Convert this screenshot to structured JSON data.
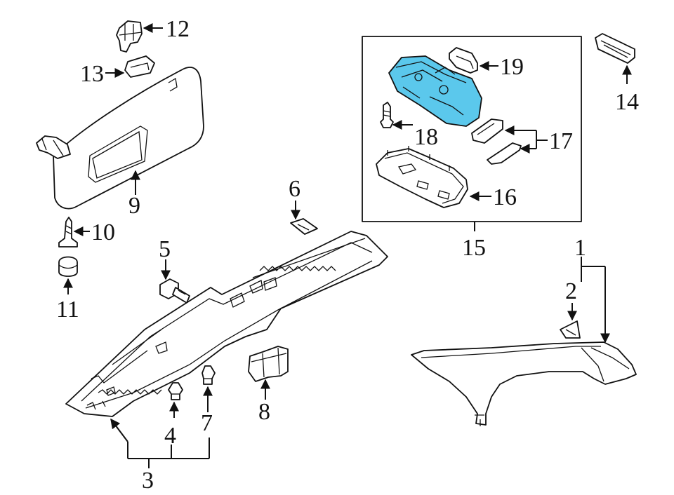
{
  "highlight_color": "#5bc8ec",
  "callouts": [
    {
      "id": "1",
      "label": "1",
      "part": "a-pillar trim"
    },
    {
      "id": "2",
      "label": "2",
      "part": "pillar cap"
    },
    {
      "id": "3",
      "label": "3",
      "part": "windshield header panel"
    },
    {
      "id": "4",
      "label": "4",
      "part": "clip"
    },
    {
      "id": "5",
      "label": "5",
      "part": "bolt"
    },
    {
      "id": "6",
      "label": "6",
      "part": "pad"
    },
    {
      "id": "7",
      "label": "7",
      "part": "clip"
    },
    {
      "id": "8",
      "label": "8",
      "part": "bracket"
    },
    {
      "id": "9",
      "label": "9",
      "part": "sun visor"
    },
    {
      "id": "10",
      "label": "10",
      "part": "screw"
    },
    {
      "id": "11",
      "label": "11",
      "part": "cap"
    },
    {
      "id": "12",
      "label": "12",
      "part": "visor bracket"
    },
    {
      "id": "13",
      "label": "13",
      "part": "visor holder"
    },
    {
      "id": "14",
      "label": "14",
      "part": "lamp"
    },
    {
      "id": "15",
      "label": "15",
      "part": "overhead console assembly"
    },
    {
      "id": "16",
      "label": "16",
      "part": "console base"
    },
    {
      "id": "17",
      "label": "17",
      "part": "bezel"
    },
    {
      "id": "18",
      "label": "18",
      "part": "screw"
    },
    {
      "id": "19",
      "label": "19",
      "part": "switch"
    }
  ]
}
